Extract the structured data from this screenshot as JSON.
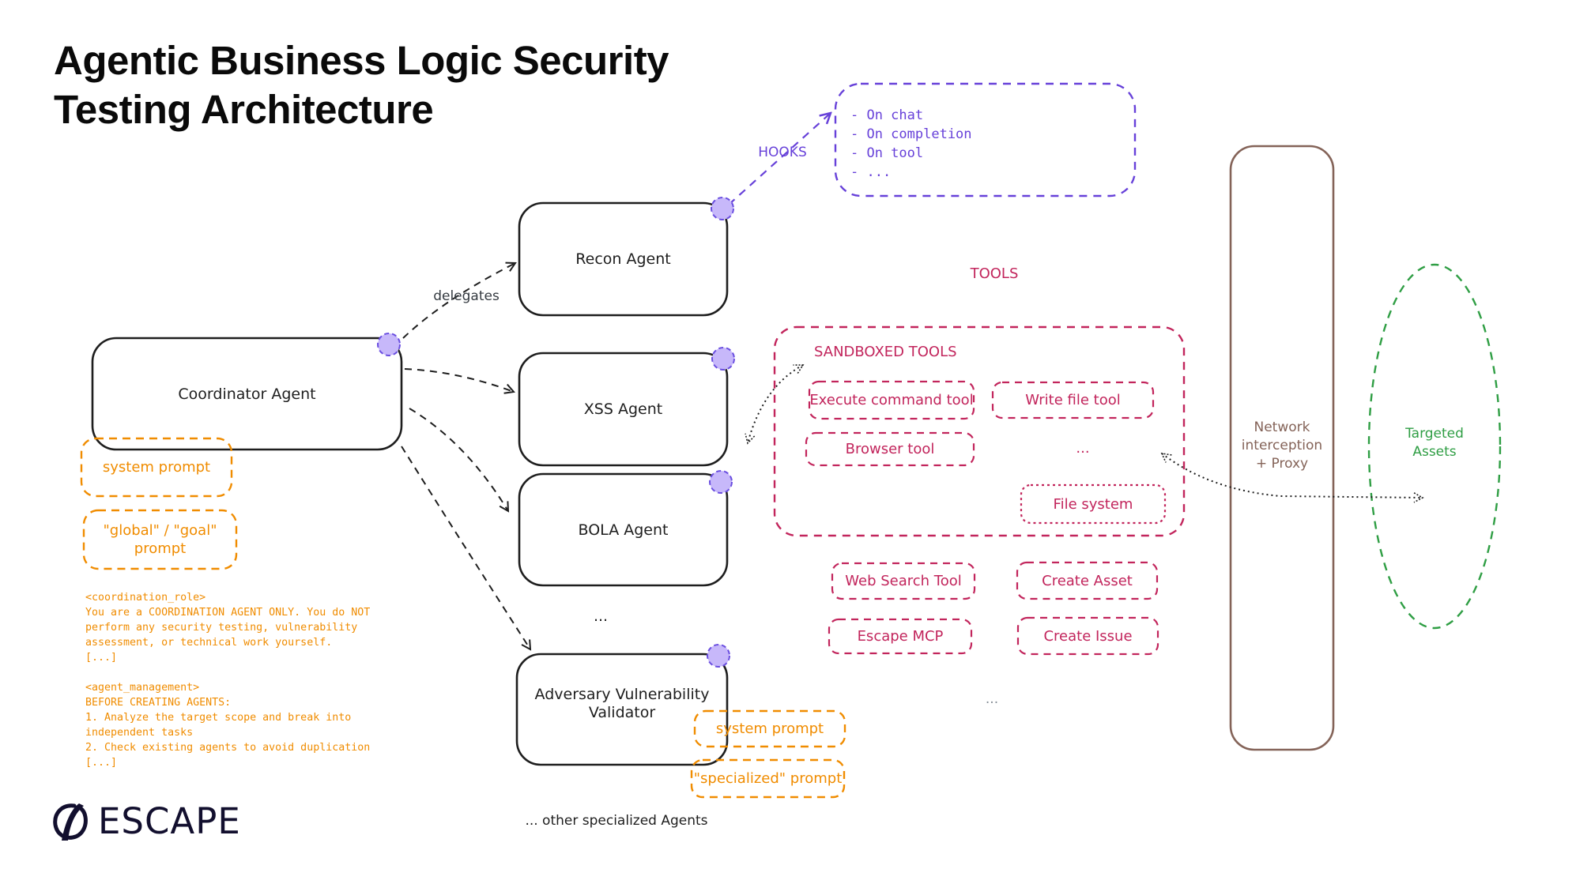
{
  "title": {
    "line1": "Agentic Business Logic Security",
    "line2": "Testing Architecture"
  },
  "colors": {
    "agent_border": "#1e1e1e",
    "hooks": "#6741d9",
    "hook_dot_fill": "#c7b8fa",
    "prompt": "#f08c00",
    "tools": "#c2255c",
    "proxy": "#846358",
    "assets": "#2f9e44",
    "logo": "#120f2e"
  },
  "agents": {
    "coordinator": "Coordinator Agent",
    "recon": "Recon Agent",
    "xss": "XSS Agent",
    "bola": "BOLA Agent",
    "adversary_line1": "Adversary Vulnerability",
    "adversary_line2": "Validator",
    "ellipsis": "...",
    "other": "... other specialized Agents"
  },
  "edges": {
    "delegates": "delegates",
    "hooks": "HOOKS"
  },
  "hooks_list": [
    "- On chat",
    "- On completion",
    "- On tool",
    "- ..."
  ],
  "prompts": {
    "coordinator_system": "system prompt",
    "coordinator_global_line1": "\"global\" / \"goal\"",
    "coordinator_global_line2": "prompt",
    "specialized_system": "system prompt",
    "specialized": "\"specialized\" prompt"
  },
  "coordinator_prompt_text": [
    "<coordination_role>",
    "You are a COORDINATION AGENT ONLY. You do NOT",
    "perform any security testing, vulnerability",
    "assessment, or technical work yourself.",
    "[...]",
    "",
    "<agent_management>",
    "BEFORE CREATING AGENTS:",
    "1. Analyze the target scope and break into",
    "independent tasks",
    "2. Check existing agents to avoid duplication",
    "[...]"
  ],
  "tools": {
    "heading": "TOOLS",
    "sandboxed_heading": "SANDBOXED TOOLS",
    "sandboxed": [
      "Execute command tool",
      "Write file tool",
      "Browser tool",
      "...",
      "File system"
    ],
    "other": [
      "Web Search Tool",
      "Create Asset",
      "Escape MCP",
      "Create Issue"
    ],
    "more": "..."
  },
  "network": {
    "line1": "Network",
    "line2": "interception",
    "line3": "+ Proxy"
  },
  "assets": {
    "line1": "Targeted",
    "line2": "Assets"
  },
  "logo": {
    "word": "ESCAPE"
  }
}
